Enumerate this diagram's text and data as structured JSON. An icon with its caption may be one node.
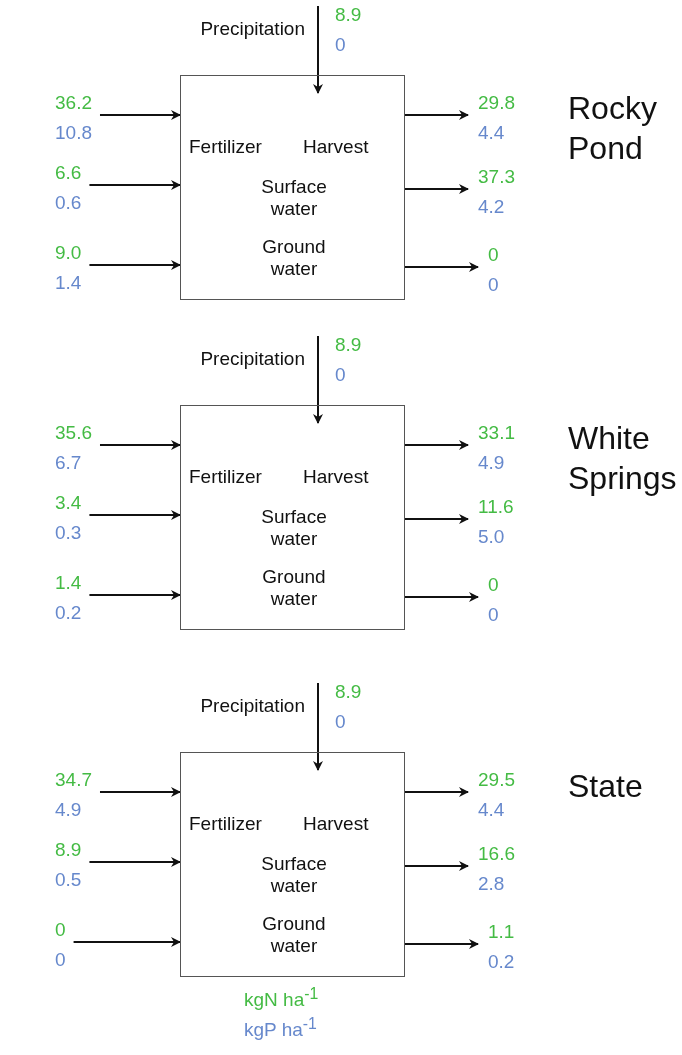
{
  "diagram": {
    "nodes": [
      {
        "text": [
          "8.9",
          "0"
        ],
        "beside": [
          "Precipitation"
        ]
      },
      {
        "text": [
          "Fertilizer",
          "Harvest",
          "Surface water",
          "Ground water"
        ]
      },
      {
        "text": [
          "36.2",
          "10.8"
        ]
      },
      {
        "text": [
          "29.8",
          "4.4"
        ]
      },
      {
        "text": [
          "6.6",
          "0.6"
        ]
      },
      {
        "text": [
          "37.3",
          "4.2"
        ]
      },
      {
        "text": [
          "9.0",
          "1.4"
        ]
      },
      {
        "text": [
          "0",
          "0"
        ]
      },
      {
        "text": [
          "8.9",
          "0"
        ],
        "beside": [
          "Precipitation"
        ]
      },
      {
        "text": [
          "Fertilizer",
          "Harvest",
          "Surface water",
          "Ground water"
        ]
      },
      {
        "text": [
          "35.6",
          "6.7"
        ]
      },
      {
        "text": [
          "33.1",
          "4.9"
        ]
      },
      {
        "text": [
          "3.4",
          "0.3"
        ]
      },
      {
        "text": [
          "11.6",
          "5.0"
        ]
      },
      {
        "text": [
          "1.4",
          "0.2"
        ]
      },
      {
        "text": [
          "0",
          "0"
        ]
      },
      {
        "text": [
          "8.9",
          "0"
        ],
        "beside": [
          "Precipitation"
        ]
      },
      {
        "text": [
          "Fertilizer",
          "Harvest",
          "Surface water",
          "Ground water"
        ]
      },
      {
        "text": [
          "34.7",
          "4.9"
        ]
      },
      {
        "text": [
          "29.5",
          "4.4"
        ]
      },
      {
        "text": [
          "8.9",
          "0.5"
        ]
      },
      {
        "text": [
          "16.6",
          "2.8"
        ]
      },
      {
        "text": [
          "0",
          "0"
        ]
      },
      {
        "text": [
          "1.1",
          "0.2"
        ]
      }
    ],
    "edges": [
      {
        "from": 0,
        "to": 1,
        "arrow": "to"
      },
      {
        "from": 2,
        "to": 1,
        "arrow": "to"
      },
      {
        "from": 1,
        "to": 3,
        "arrow": "to"
      },
      {
        "from": 4,
        "to": 1,
        "arrow": "to"
      },
      {
        "from": 1,
        "to": 5,
        "arrow": "to"
      },
      {
        "from": 6,
        "to": 1,
        "arrow": "to"
      },
      {
        "from": 1,
        "to": 7,
        "arrow": "to"
      },
      {
        "from": 8,
        "to": 9,
        "arrow": "to"
      },
      {
        "from": 10,
        "to": 9,
        "arrow": "to"
      },
      {
        "from": 9,
        "to": 11,
        "arrow": "to"
      },
      {
        "from": 12,
        "to": 9,
        "arrow": "to"
      },
      {
        "from": 9,
        "to": 13,
        "arrow": "to"
      },
      {
        "from": 14,
        "to": 9,
        "arrow": "to"
      },
      {
        "from": 9,
        "to": 15,
        "arrow": "to"
      },
      {
        "from": 16,
        "to": 17,
        "arrow": "to"
      },
      {
        "from": 18,
        "to": 17,
        "arrow": "to"
      },
      {
        "from": 17,
        "to": 19,
        "arrow": "to"
      },
      {
        "from": 20,
        "to": 17,
        "arrow": "to"
      },
      {
        "from": 17,
        "to": 21,
        "arrow": "to"
      },
      {
        "from": 22,
        "to": 17,
        "arrow": "to"
      },
      {
        "from": 17,
        "to": 23,
        "arrow": "to"
      }
    ],
    "labels": [
      "Rocky Pond",
      "White Springs",
      "State",
      "kgN ha$^{-1}$",
      "kgP ha$^{-1}$"
    ]
  }
}
